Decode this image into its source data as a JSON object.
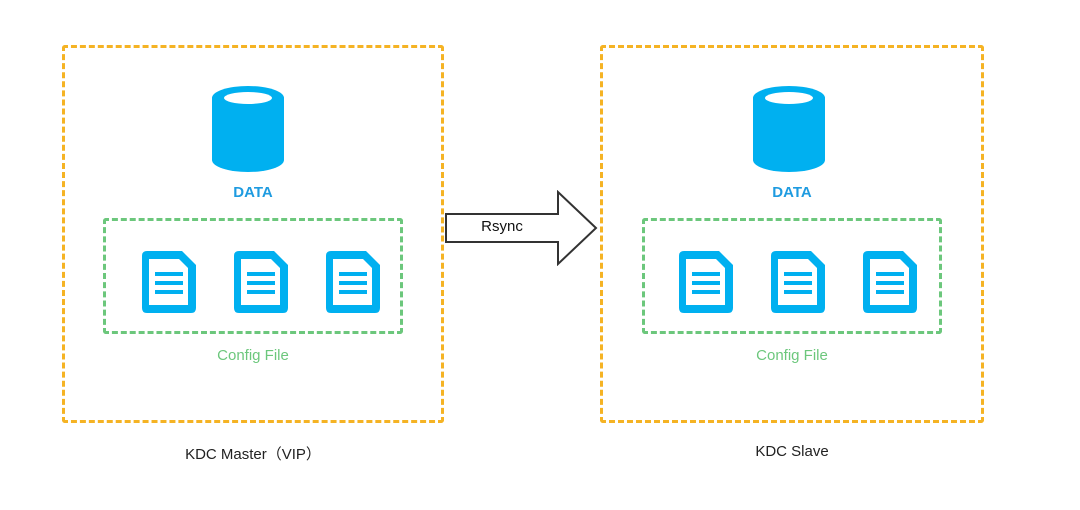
{
  "master": {
    "data_label": "DATA",
    "config_label": "Config File",
    "title": "KDC Master（VIP）"
  },
  "slave": {
    "data_label": "DATA",
    "config_label": "Config File",
    "title": "KDC Slave"
  },
  "arrow": {
    "label": "Rsync"
  },
  "colors": {
    "node_border": "#f5b324",
    "config_border": "#6cc77c",
    "icon_fill": "#00b0f0",
    "data_text": "#1e9be0"
  },
  "icons": {
    "database": "database-icon",
    "file": "file-icon"
  }
}
